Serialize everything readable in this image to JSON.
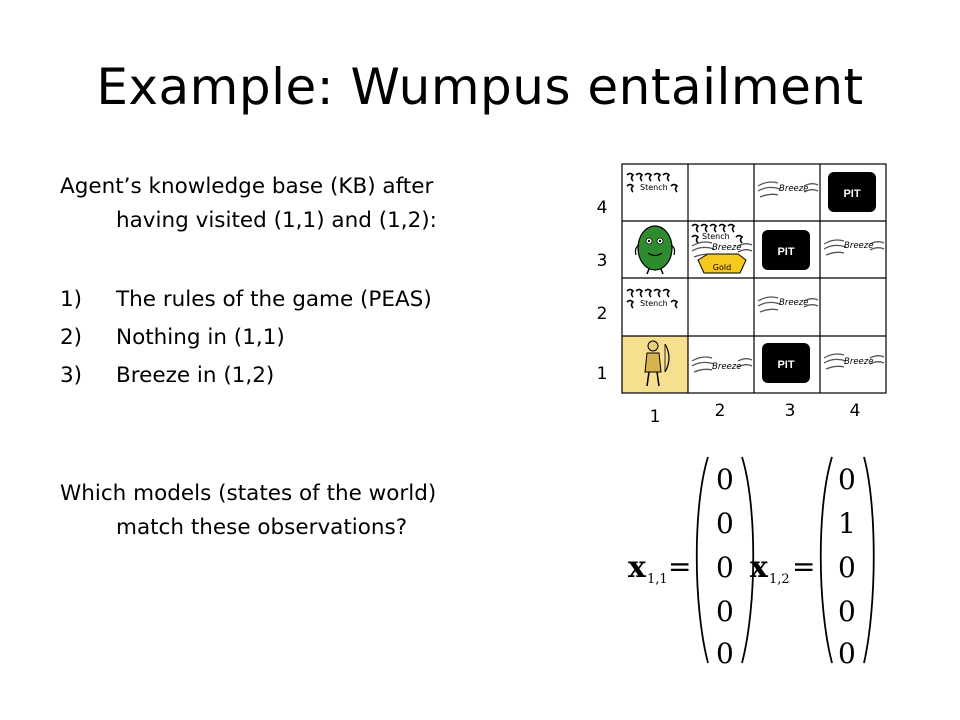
{
  "slide": {
    "title": "Example: Wumpus entailment",
    "intro_line1": "Agent’s knowledge base (KB) after",
    "intro_line2": "having visited (1,1) and (1,2):",
    "list": [
      {
        "num": "1)",
        "text": "The rules of the game (PEAS)"
      },
      {
        "num": "2)",
        "text": "Nothing in (1,1)"
      },
      {
        "num": "3)",
        "text": "Breeze in (1,2)"
      }
    ],
    "question_line1": "Which models (states of the world)",
    "question_line2": "match these observations?"
  },
  "grid": {
    "row_labels": [
      "4",
      "3",
      "2",
      "1"
    ],
    "col_labels": [
      "1",
      "2",
      "3",
      "4"
    ],
    "stench_label": "Stench",
    "breeze_label": "Breeze",
    "pit_label": "PIT",
    "gold_label": "Gold",
    "highlight_color": "#f6df8f",
    "icons": [
      "wumpus-icon",
      "agent-icon",
      "gold-icon",
      "pit-icon",
      "stench-icon",
      "breeze-icon"
    ]
  },
  "matrices": [
    {
      "var": "x",
      "sub": "1,1",
      "eq": "=",
      "values": [
        "0",
        "0",
        "0",
        "0",
        "0"
      ]
    },
    {
      "var": "x",
      "sub": "1,2",
      "eq": "=",
      "values": [
        "0",
        "1",
        "0",
        "0",
        "0"
      ]
    }
  ]
}
